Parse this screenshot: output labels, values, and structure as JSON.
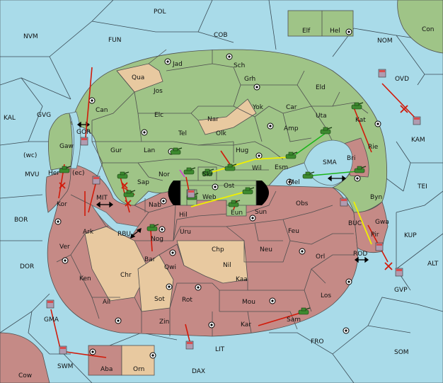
{
  "map": {
    "provinces": [
      "POL",
      "NVM",
      "FUN",
      "COB",
      "NOM",
      "Con",
      "Elf",
      "Hel",
      "Jad",
      "Sch",
      "Qua",
      "Jos",
      "Grh",
      "Eld",
      "Can",
      "KAL",
      "GVG",
      "Yok",
      "Car",
      "Nar",
      "Elc",
      "Uta",
      "OVD",
      "Amp",
      "Kat",
      "Tel",
      "Olk",
      "KAM",
      "GOR",
      "Gaw",
      "Gur",
      "Lan",
      "Rie",
      "Hug",
      "(wc)",
      "Bri",
      "SMA",
      "Her",
      "(ec)",
      "Esm",
      "Wil",
      "MVU",
      "Nor",
      "Sap",
      "Skr",
      "Mel",
      "Byn",
      "TEI",
      "MIT",
      "Ost",
      "Kor",
      "BOR",
      "Nab",
      "Web",
      "Hil",
      "Eun",
      "Sun",
      "Obs",
      "Gwa",
      "Ark",
      "RBU",
      "BUC",
      "KUP",
      "Nog",
      "Uru",
      "Feu",
      "Pir",
      "Ver",
      "Chp",
      "Neu",
      "Orl",
      "DOR",
      "Bar",
      "ROD",
      "Qwi",
      "Nil",
      "ALT",
      "Ken",
      "Chr",
      "Kaa",
      "GVP",
      "Sot",
      "Rot",
      "Los",
      "Ail",
      "Mou",
      "GMA",
      "Zin",
      "Kar",
      "Sam",
      "LIT",
      "FRO",
      "SOM",
      "SWM",
      "Aba",
      "Orn",
      "Cow",
      "DAX"
    ],
    "colors": {
      "sea": "#a9dbe9",
      "green": "#9fc487",
      "red": "#c58a86",
      "tan": "#e8c9a0",
      "order_red": "#d11a0a",
      "order_yellow": "#f0f000",
      "order_green": "#1bb51b"
    }
  }
}
